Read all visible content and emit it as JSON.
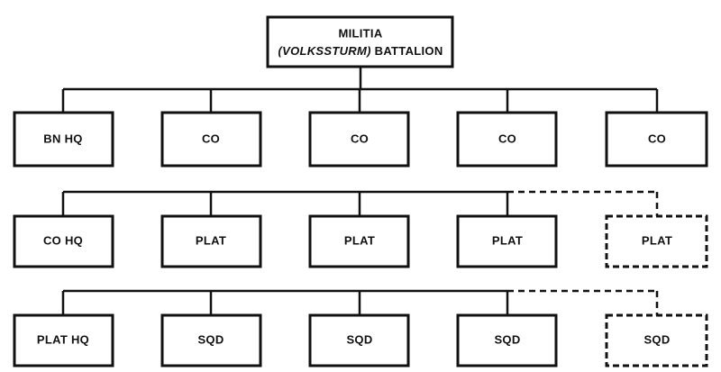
{
  "root": {
    "line1": "MILITIA",
    "line2_italic": "(VOLKSSTURM)",
    "line2_rest": " BATTALION"
  },
  "battalion_level": [
    "BN HQ",
    "CO",
    "CO",
    "CO",
    "CO"
  ],
  "company_level": [
    "CO HQ",
    "PLAT",
    "PLAT",
    "PLAT",
    "PLAT"
  ],
  "platoon_level": [
    "PLAT HQ",
    "SQD",
    "SQD",
    "SQD",
    "SQD"
  ]
}
